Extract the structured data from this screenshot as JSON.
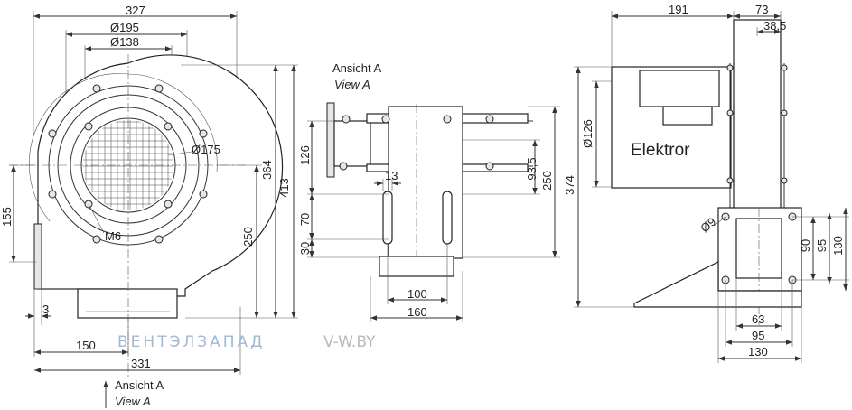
{
  "front_view": {
    "dims": {
      "width_top": "327",
      "dia_outlet": "Ø195",
      "dia_inlet": "Ø138",
      "dia_bolt": "Ø175",
      "bolt": "M6",
      "height_364": "364",
      "height_413": "413",
      "height_155": "155",
      "height_250": "250",
      "offset_3": "3",
      "width_150": "150",
      "width_331": "331"
    },
    "arrow_label": "Ansicht A",
    "arrow_label_en": "View A"
  },
  "side_view": {
    "title": "Ansicht A",
    "title_en": "View A",
    "dims": {
      "d126": "126",
      "d70": "70",
      "d30": "30",
      "d13": "13",
      "d93_5": "93,5",
      "d250": "250",
      "d100": "100",
      "d160": "160"
    }
  },
  "right_view": {
    "brand": "Elektror",
    "dims": {
      "d191": "191",
      "d73": "73",
      "d38_5": "38,5",
      "dia126": "Ø126",
      "d374": "374",
      "dia9": "Ø9",
      "d90": "90",
      "d95v": "95",
      "d130v": "130",
      "d63": "63",
      "d95h": "95",
      "d130h": "130"
    }
  },
  "watermark": {
    "left": "ВЕНТЭЛЗАПАД",
    "right": "V-W.BY"
  }
}
